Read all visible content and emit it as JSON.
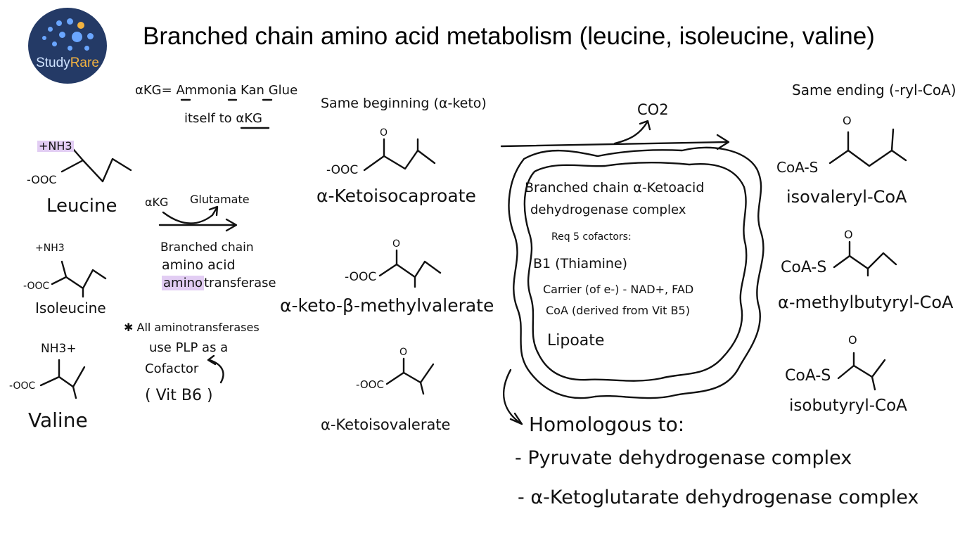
{
  "title": "Branched chain amino acid metabolism (leucine, isoleucine, valine)",
  "logo": {
    "text_a": "Study",
    "text_b": "Rare",
    "colors": {
      "bg": "#243a66",
      "dots": "#6aa6ff",
      "accent": "#f3b340"
    }
  },
  "mnemonic": {
    "line1_prefix": "αKG=",
    "w1_first": "A",
    "w1_rest": "mmonia",
    "w2_first": "K",
    "w2_rest": "an",
    "w3_first": "G",
    "w3_rest": "lue",
    "line2_prefix": "itself to ",
    "line2_term": "αKG"
  },
  "amino_acids": [
    {
      "name": "Leucine",
      "amine": "+NH3",
      "carboxyl": "-OOC"
    },
    {
      "name": "Isoleucine",
      "amine": "+NH3",
      "carboxyl": "-OOC"
    },
    {
      "name": "Valine",
      "amine": "NH3+",
      "carboxyl": "-OOC"
    }
  ],
  "transamination": {
    "substrate": "αKG",
    "product": "Glutamate",
    "enzyme_line1": "Branched chain",
    "enzyme_line2": "amino acid",
    "enzyme_line3_hl": "amino",
    "enzyme_line3_rest": "transferase"
  },
  "note": {
    "line1": "✱ All aminotransferases",
    "line2": "use PLP as a",
    "line3": "Cofactor",
    "line4": "( Vit B6 )"
  },
  "keto_acids": {
    "header": "Same beginning (α-keto)",
    "items": [
      {
        "name": "α-Ketoisocaproate",
        "carboxyl": "-OOC",
        "oxygen": "O"
      },
      {
        "name": "α-keto-β-methylvalerate",
        "carboxyl": "-OOC",
        "oxygen": "O"
      },
      {
        "name": "α-Ketoisovalerate",
        "carboxyl": "-OOC",
        "oxygen": "O"
      }
    ]
  },
  "decarboxylation": {
    "byproduct": "CO2"
  },
  "complex": {
    "line1": "Branched chain α-Ketoacid",
    "line2": "dehydrogenase complex",
    "line3": "Req 5 cofactors:",
    "cofactors": [
      "B1 (Thiamine)",
      "Carrier (of e-) - NAD+, FAD",
      "CoA (derived from Vit B5)",
      "Lipoate"
    ]
  },
  "homologous": {
    "header": "Homologous to:",
    "items": [
      "- Pyruvate dehydrogenase complex",
      "- α-Ketoglutarate dehydrogenase complex"
    ]
  },
  "acyl_coas": {
    "header": "Same ending (-ryl-CoA)",
    "items": [
      {
        "name": "isovaleryl-CoA",
        "prefix": "CoA-S",
        "oxygen": "O"
      },
      {
        "name": "α-methylbutyryl-CoA",
        "prefix": "CoA-S",
        "oxygen": "O"
      },
      {
        "name": "isobutyryl-CoA",
        "prefix": "CoA-S",
        "oxygen": "O"
      }
    ]
  }
}
